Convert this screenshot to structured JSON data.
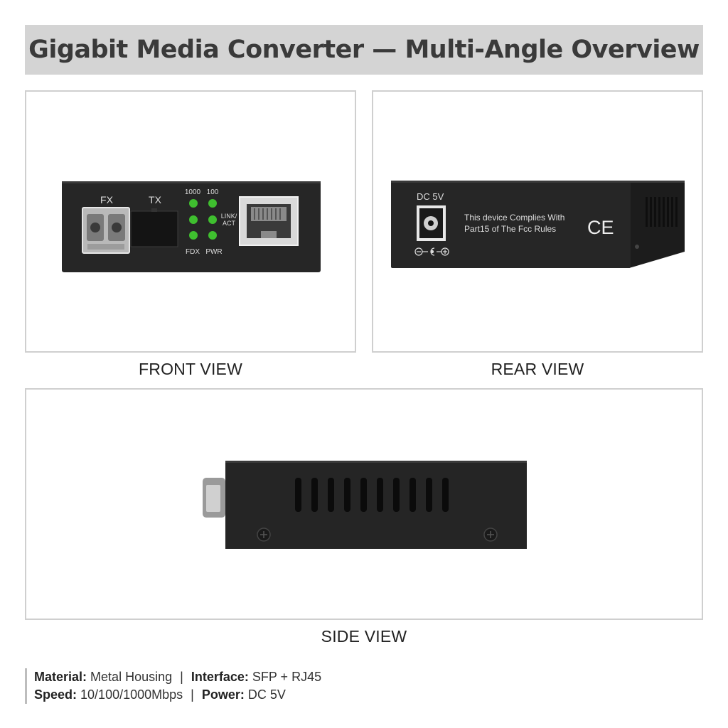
{
  "title": "Gigabit Media Converter — Multi-Angle Overview",
  "views": {
    "front": {
      "caption": "FRONT VIEW",
      "port_labels": {
        "fx": "FX",
        "tx": "TX"
      },
      "led_labels": {
        "col1_top": "1000",
        "col2_top": "100",
        "link_act_1": "LINK/",
        "link_act_2": "ACT",
        "fdx": "FDX",
        "pwr": "PWR"
      }
    },
    "rear": {
      "caption": "REAR VIEW",
      "power_label": "DC 5V",
      "compliance_line1": "This device Complies With",
      "compliance_line2": "Part15 of The Fcc Rules",
      "ce_mark": "CE"
    },
    "side": {
      "caption": "SIDE VIEW"
    }
  },
  "specs": {
    "material_label": "Material:",
    "material_value": "Metal Housing",
    "interface_label": "Interface:",
    "interface_value": "SFP + RJ45",
    "speed_label": "Speed:",
    "speed_value": "10/100/1000Mbps",
    "power_label": "Power:",
    "power_value": "DC 5V",
    "separator": "|"
  },
  "colors": {
    "title_bg": "#d4d4d4",
    "housing": "#2a2a2a",
    "led_green": "#3fbf2f",
    "panel_border": "#cfcfcf"
  }
}
